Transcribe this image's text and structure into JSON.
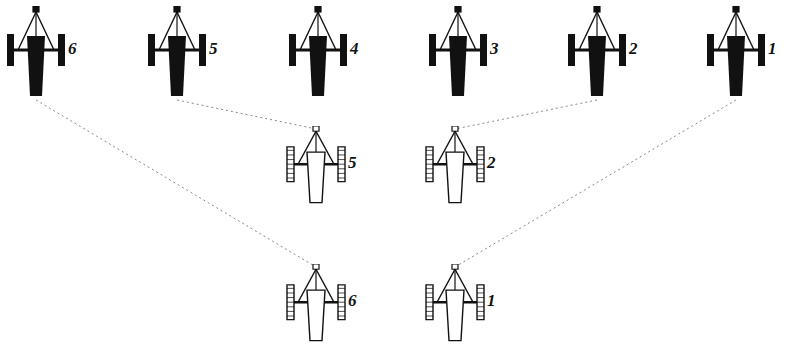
{
  "diagram": {
    "nodes": [
      {
        "text": [
          "6"
        ]
      },
      {
        "text": [
          "5"
        ]
      },
      {
        "text": [
          "4"
        ]
      },
      {
        "text": [
          "3"
        ]
      },
      {
        "text": [
          "2"
        ]
      },
      {
        "text": [
          "1"
        ]
      },
      {
        "text": [
          "5"
        ]
      },
      {
        "text": [
          "2"
        ]
      },
      {
        "text": [
          "6"
        ]
      },
      {
        "text": [
          "1"
        ]
      }
    ],
    "edges": [
      {
        "from": 1,
        "to": 6,
        "arrow": "none"
      },
      {
        "from": 4,
        "to": 7,
        "arrow": "none"
      },
      {
        "from": 0,
        "to": 8,
        "arrow": "none"
      },
      {
        "from": 5,
        "to": 9,
        "arrow": "none"
      }
    ]
  }
}
